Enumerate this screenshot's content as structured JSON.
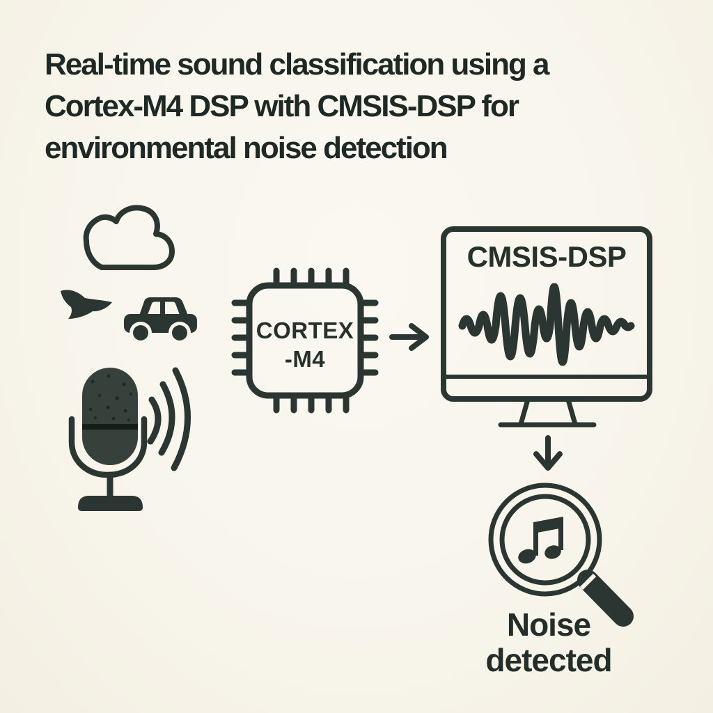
{
  "colors": {
    "background": "#f8f5ec",
    "ink": "#2b3531",
    "title_text": "#1e2824"
  },
  "title": {
    "lines": [
      "Real-time sound classification using a",
      "Cortex-M4 DSP with CMSIS-DSP for",
      "environmental noise detection"
    ]
  },
  "chip": {
    "lines": [
      "CORTEX",
      "-M4"
    ]
  },
  "monitor": {
    "label": "CMSIS-DSP"
  },
  "result": {
    "lines": [
      "Noise",
      "detected"
    ]
  },
  "icons": [
    "cloud-icon",
    "bird-icon",
    "car-icon",
    "microphone-icon",
    "sound-waves-icon",
    "chip-icon",
    "right-arrow-icon",
    "monitor-icon",
    "waveform-icon",
    "down-arrow-icon",
    "magnifier-icon",
    "music-note-icon"
  ]
}
